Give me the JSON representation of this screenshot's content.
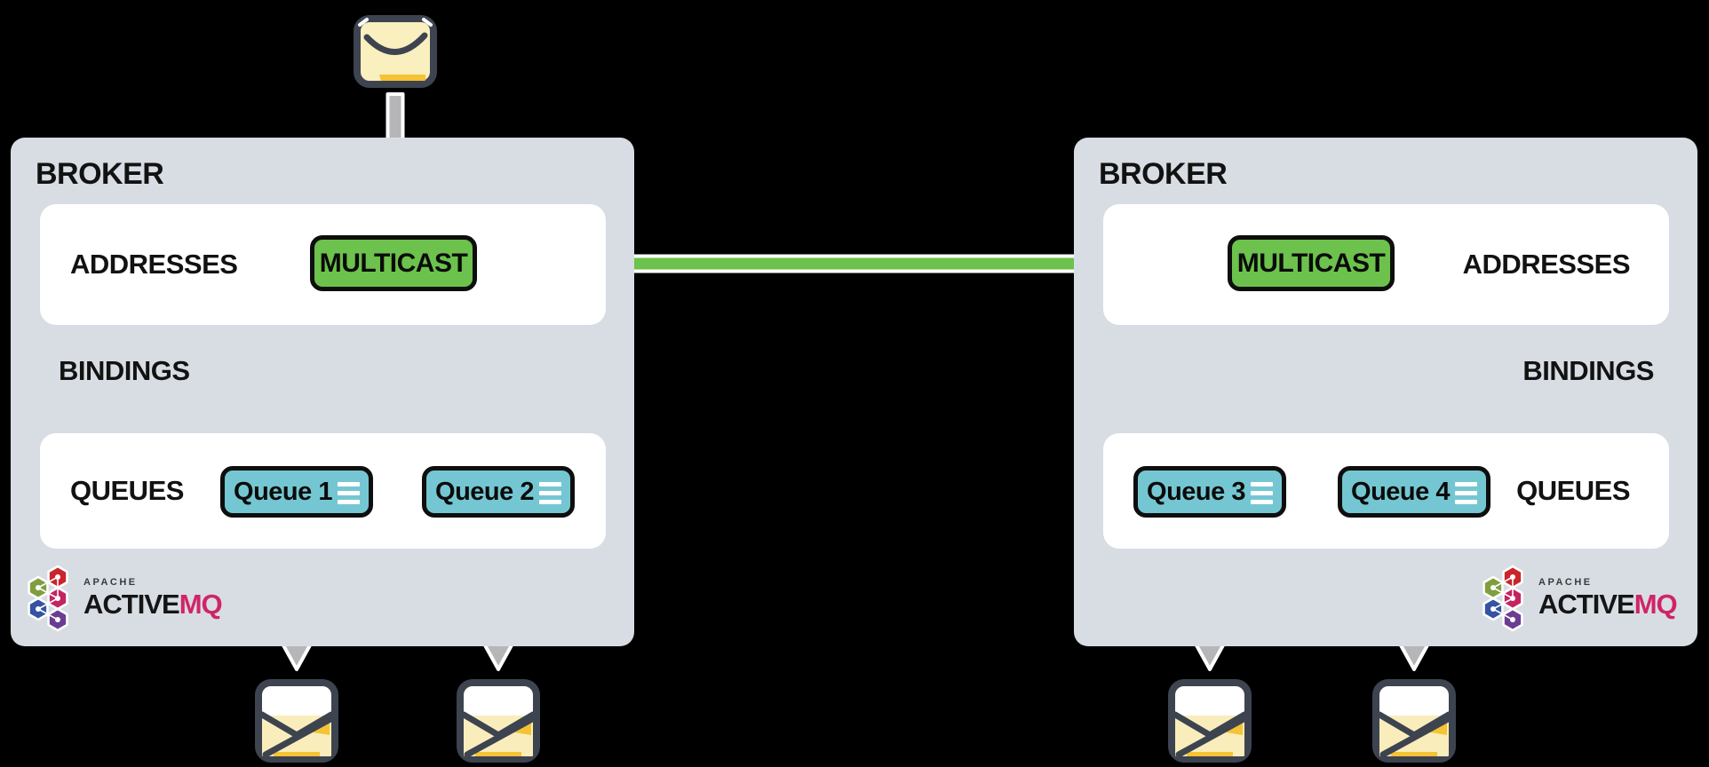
{
  "producer": {
    "icon": "closed-envelope-icon"
  },
  "federation_arrow": {
    "color": "#6cc24c",
    "direction": "left-to-right"
  },
  "brokers": [
    {
      "title": "BROKER",
      "addresses_label": "ADDRESSES",
      "bindings_label": "BINDINGS",
      "queues_label": "QUEUES",
      "multicast_label": "MULTICAST",
      "queues": [
        {
          "label": "Queue 1"
        },
        {
          "label": "Queue 2"
        }
      ],
      "consumers": [
        {
          "icon": "open-envelope-icon"
        },
        {
          "icon": "open-envelope-icon"
        }
      ],
      "logo": {
        "apache": "APACHE",
        "active": "ACTIVE",
        "mq": "MQ"
      }
    },
    {
      "title": "BROKER",
      "addresses_label": "ADDRESSES",
      "bindings_label": "BINDINGS",
      "queues_label": "QUEUES",
      "multicast_label": "MULTICAST",
      "queues": [
        {
          "label": "Queue 3"
        },
        {
          "label": "Queue 4"
        }
      ],
      "consumers": [
        {
          "icon": "open-envelope-icon"
        },
        {
          "icon": "open-envelope-icon"
        }
      ],
      "logo": {
        "apache": "APACHE",
        "active": "ACTIVE",
        "mq": "MQ"
      }
    }
  ],
  "colors": {
    "background": "#000000",
    "broker_fill": "#d8dde4",
    "panel_fill": "#ffffff",
    "multicast_fill": "#6cc24c",
    "queue_fill": "#74c7d2",
    "arrow_green": "#6cc24c",
    "arrow_gray": "#b6b6b8",
    "envelope_outline": "#3d4450",
    "envelope_cream": "#f9efbf",
    "envelope_yellow": "#f5c333",
    "logo_mq": "#d02468",
    "text": "#111111"
  }
}
